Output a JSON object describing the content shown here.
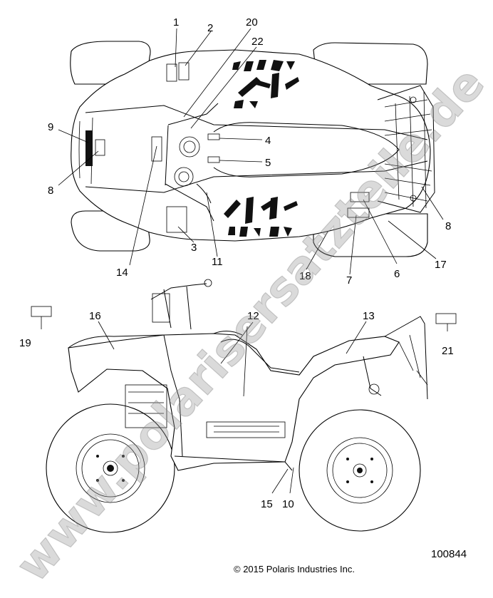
{
  "diagram": {
    "watermark": "www.polarisersatzteile.de",
    "diagram_number": "100844",
    "copyright": "© 2015 Polaris Industries Inc.",
    "callouts": {
      "c1": "1",
      "c2": "2",
      "c20": "20",
      "c22": "22",
      "c9": "9",
      "c8a": "8",
      "c4": "4",
      "c5": "5",
      "c14": "14",
      "c3": "3",
      "c11": "11",
      "c18": "18",
      "c7": "7",
      "c6": "6",
      "c17": "17",
      "c8b": "8",
      "c19": "19",
      "c16": "16",
      "c12": "12",
      "c13": "13",
      "c21": "21",
      "c15": "15",
      "c10": "10"
    }
  }
}
